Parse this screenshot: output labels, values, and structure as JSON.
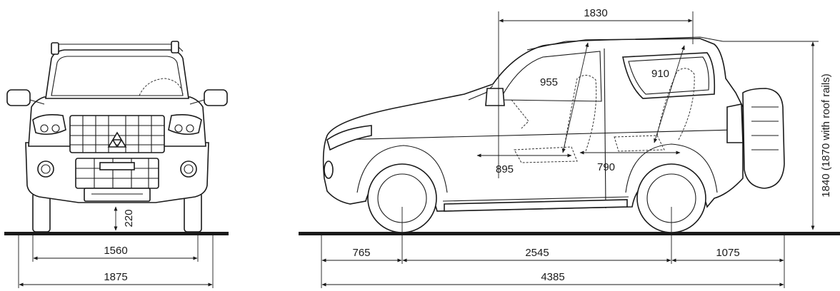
{
  "front_view": {
    "ground_clearance": "220",
    "track_width": "1560",
    "overall_width": "1875"
  },
  "side_view": {
    "roof_length": "1830",
    "front_headroom": "955",
    "rear_headroom": "910",
    "front_legroom": "895",
    "rear_legroom": "790",
    "overall_height": "1840 (1870 with roof rails)",
    "front_overhang": "765",
    "wheelbase": "2545",
    "rear_overhang": "1075",
    "overall_length": "4385"
  },
  "colors": {
    "line": "#1a1a1a",
    "background": "#ffffff"
  }
}
